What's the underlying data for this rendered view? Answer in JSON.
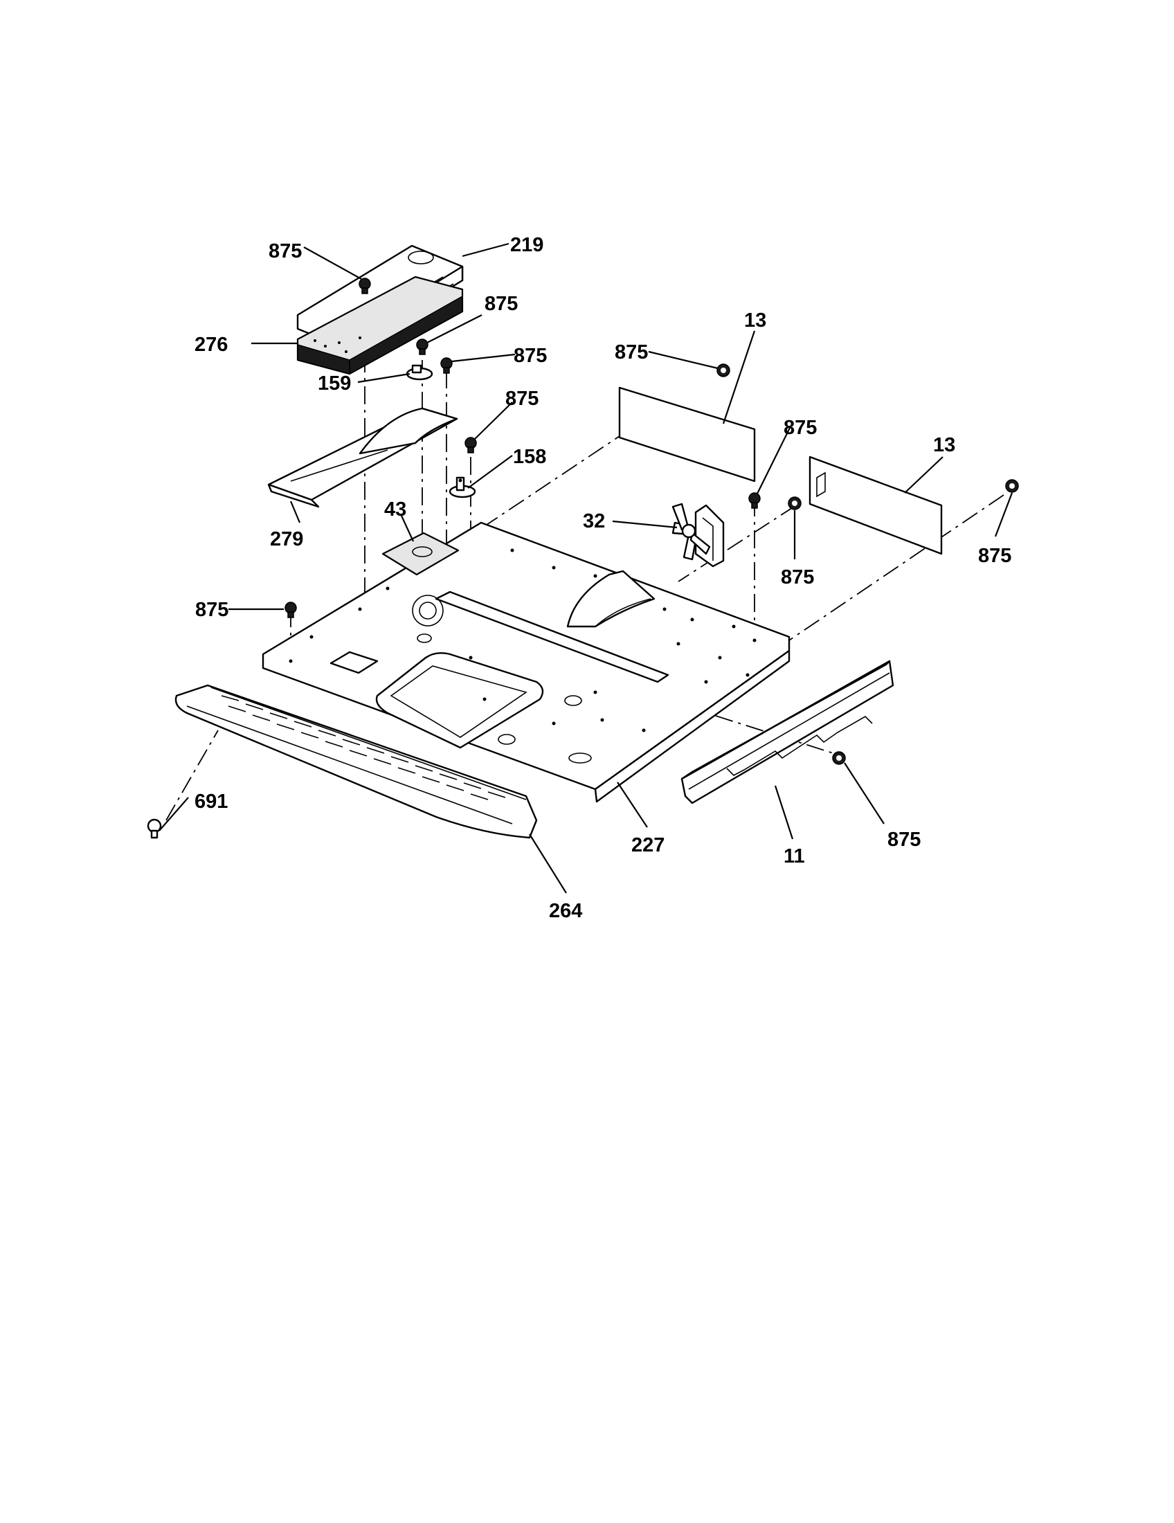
{
  "diagram": {
    "callouts": {
      "c_219": "219",
      "c_875_a": "875",
      "c_875_b": "875",
      "c_875_c": "875",
      "c_875_d": "875",
      "c_875_e": "875",
      "c_875_f": "875",
      "c_875_g": "875",
      "c_875_h": "875",
      "c_875_i": "875",
      "c_875_j": "875",
      "c_276": "276",
      "c_159": "159",
      "c_158": "158",
      "c_279": "279",
      "c_43": "43",
      "c_13_a": "13",
      "c_13_b": "13",
      "c_32": "32",
      "c_227": "227",
      "c_11": "11",
      "c_264": "264",
      "c_691": "691"
    }
  }
}
